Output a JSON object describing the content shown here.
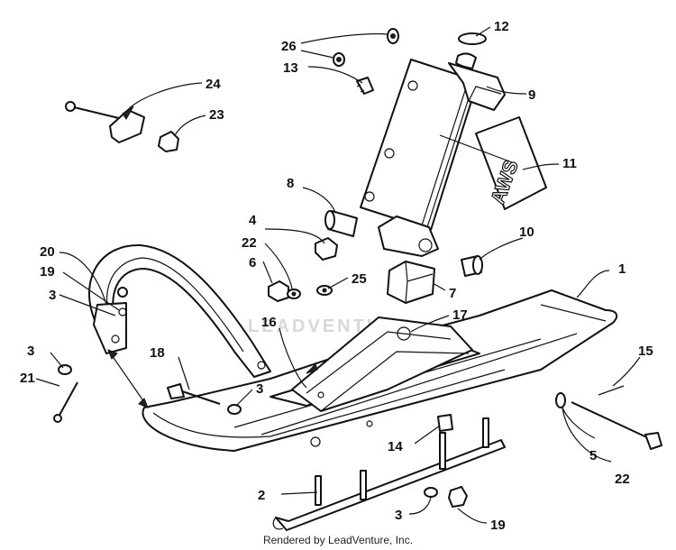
{
  "watermark": "LEADVENTURE",
  "decal_text": "AWS",
  "footer": "Rendered by LeadVenture, Inc.",
  "callouts": [
    "1",
    "2",
    "3",
    "3",
    "3",
    "3",
    "4",
    "5",
    "6",
    "7",
    "8",
    "9",
    "10",
    "11",
    "12",
    "13",
    "14",
    "15",
    "16",
    "17",
    "18",
    "19",
    "19",
    "20",
    "21",
    "22",
    "22",
    "23",
    "24",
    "25",
    "26"
  ]
}
